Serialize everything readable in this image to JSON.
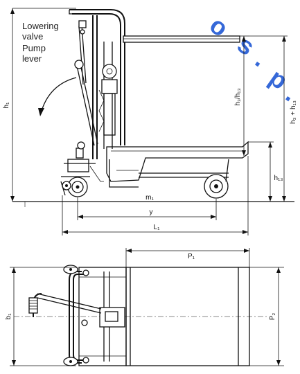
{
  "callouts": {
    "lowering_valve": [
      "Lowering",
      "valve"
    ],
    "pump_lever": [
      "Pump",
      "lever"
    ]
  },
  "dimensions": {
    "h1": "h₁",
    "h3_h13": "h₃/h₁₃",
    "h3_plus_h13": "h₃ + h₁₃",
    "h13": "h₁₃",
    "m1": "m₁",
    "y": "y",
    "L1": "L₁",
    "P1": "P₁",
    "P2": "P₂",
    "b1": "b₁"
  },
  "watermark": [
    "o",
    "s",
    ".",
    "p",
    "."
  ],
  "colors": {
    "line": "#111111",
    "watermark": "#3568d8",
    "background": "#ffffff"
  }
}
